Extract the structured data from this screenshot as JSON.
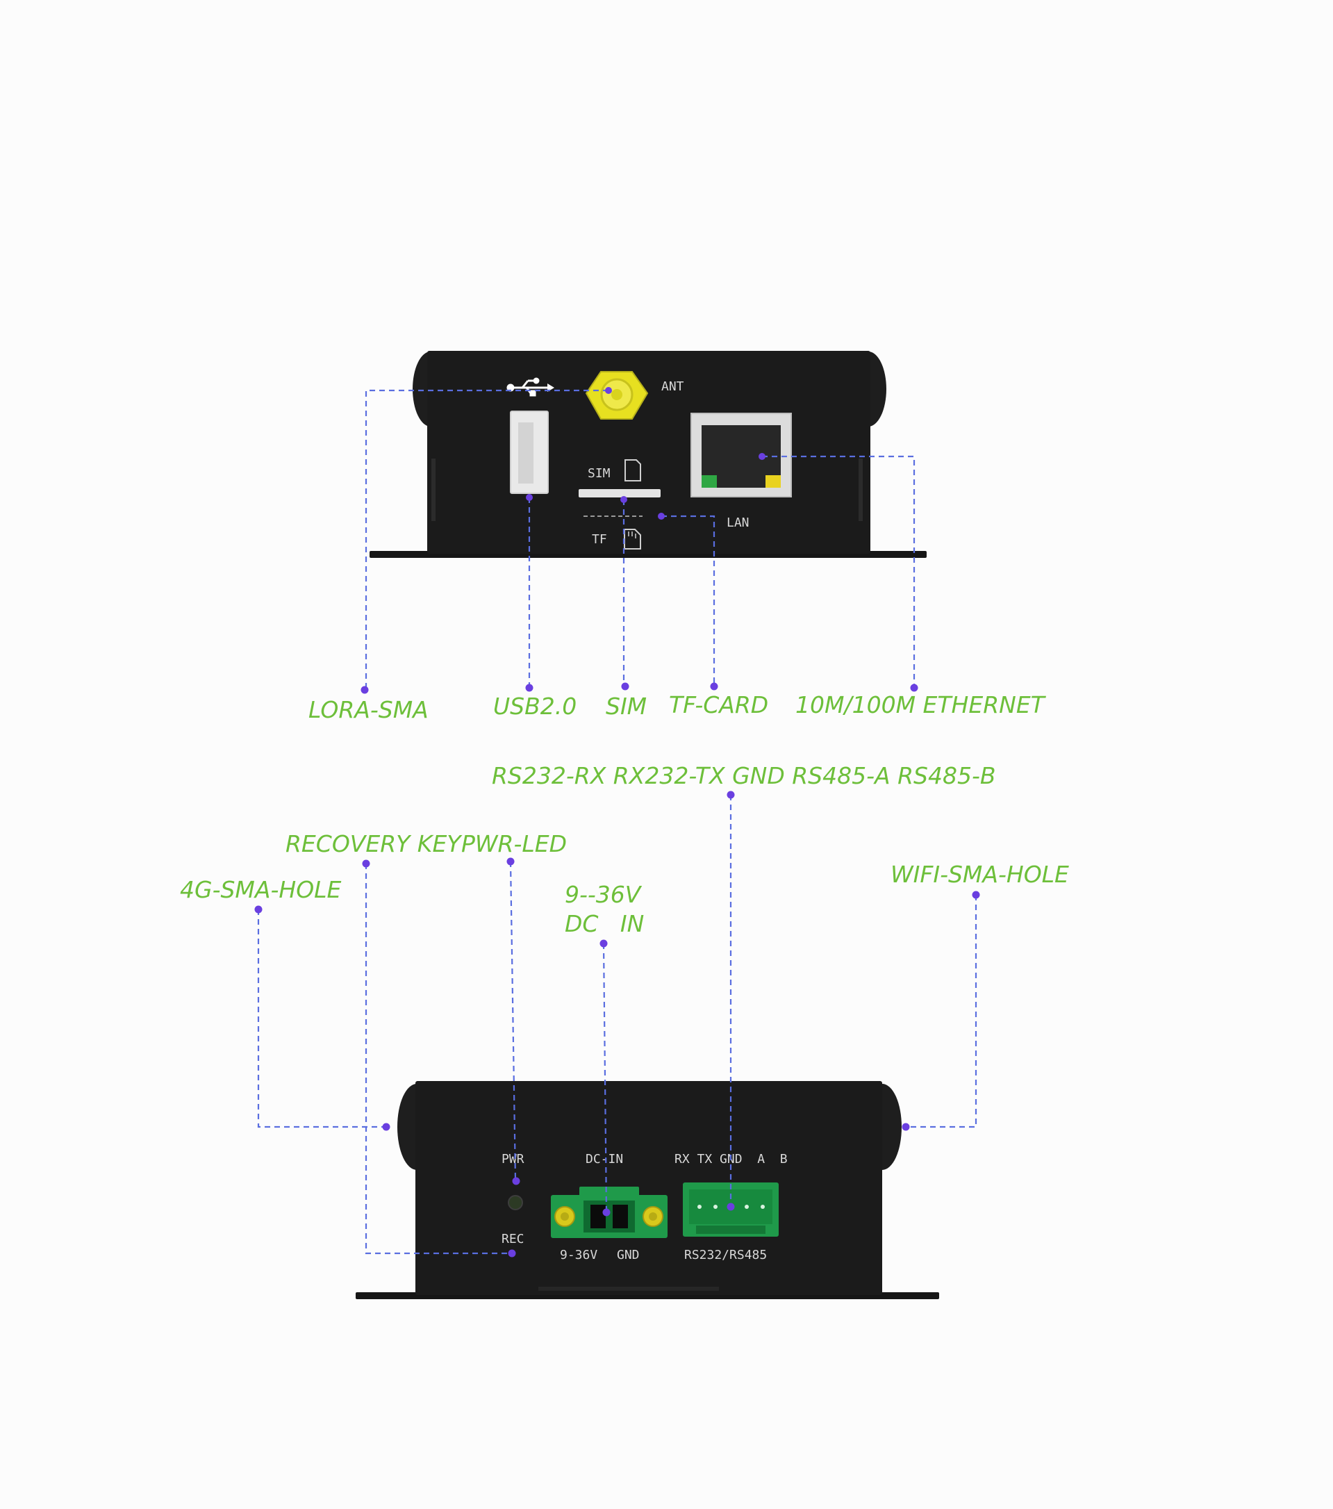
{
  "top_panel": {
    "ant_label": "ANT",
    "sim_label": "SIM",
    "tf_label": "TF",
    "lan_label": "LAN",
    "icons": [
      "usb-symbol-icon",
      "sim-card-icon",
      "tf-card-icon"
    ]
  },
  "top_callouts": {
    "lora_sma": "LORA-SMA",
    "usb": "USB2.0",
    "sim": "SIM",
    "tf_card": "TF-CARD",
    "ethernet": "10M/100M ETHERNET"
  },
  "bottom_callouts": {
    "serial_pins": "RS232-RX RX232-TX GND RS485-A RS485-B",
    "recovery_key": "RECOVERY KEY",
    "pwr_led": "PWR-LED",
    "sma_4g": "4G-SMA-HOLE",
    "dc_in_line1": "9--36V",
    "dc_in_line2": "DC   IN",
    "wifi_sma": "WIFI-SMA-HOLE"
  },
  "bottom_panel": {
    "pwr_label": "PWR",
    "dc_in_label": "DC-IN",
    "pins_label": "RX TX GND  A  B",
    "rec_label": "REC",
    "voltage_label": "9-36V",
    "gnd_label": "GND",
    "serial_label": "RS232/RS485"
  },
  "colors": {
    "callout_text": "#6dbf3a",
    "leader_line": "#5a6ee0",
    "leader_dot": "#6a3fe0",
    "enclosure": "#1b1b1b",
    "terminal_green": "#1f9a4a",
    "antenna_gold": "#e7e020"
  }
}
